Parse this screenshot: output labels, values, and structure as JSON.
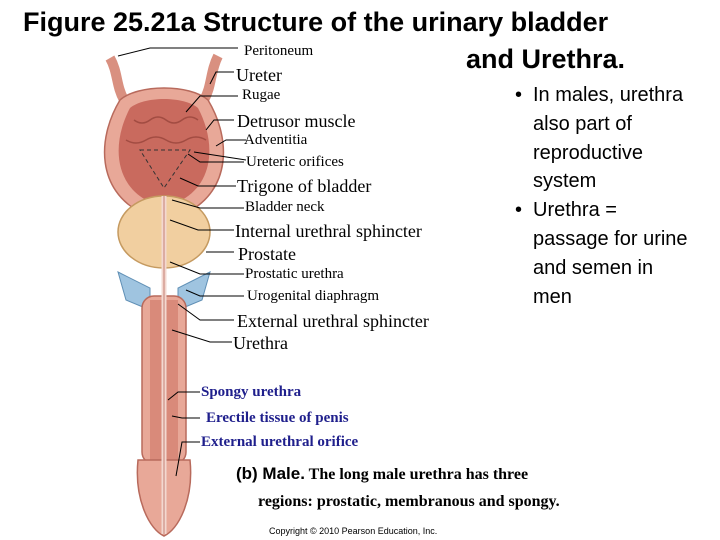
{
  "title": {
    "line1": "Figure 25.21a  Structure of the urinary bladder",
    "line2": "and Urethra."
  },
  "labels": {
    "peritoneum": "Peritoneum",
    "ureter": "Ureter",
    "rugae": "Rugae",
    "detrusor": "Detrusor muscle",
    "adventitia": "Adventitia",
    "ureteric_orifices": "Ureteric orifices",
    "trigone": "Trigone of bladder",
    "bladder_neck": "Bladder neck",
    "internal_sphincter": "Internal urethral sphincter",
    "prostate": "Prostate",
    "prostatic_urethra": "Prostatic urethra",
    "urogenital_diaphragm": "Urogenital diaphragm",
    "external_sphincter": "External urethral sphincter",
    "urethra": "Urethra",
    "spongy_urethra": "Spongy urethra",
    "erectile_tissue": "Erectile tissue of penis",
    "external_orifice": "External urethral orifice"
  },
  "bullets": [
    {
      "marker": "•",
      "lines": [
        "In males, urethra",
        "also part of",
        "reproductive",
        "system"
      ]
    },
    {
      "marker": "•",
      "lines": [
        "Urethra =",
        "passage for urine",
        "and semen in",
        "men"
      ]
    }
  ],
  "caption": {
    "bold": "(b) Male.",
    "line1": "The long male urethra has three",
    "line2": "regions: prostatic, membranous and spongy."
  },
  "copyright": "Copyright © 2010 Pearson Education, Inc.",
  "colors": {
    "label_blue": "#1f1f8c",
    "tissue_outer": "#e8a898",
    "tissue_inner": "#c96a5e",
    "prostate": "#f1cfa0",
    "diaphragm": "#9fc4e0",
    "lumen": "#f3d8d0"
  }
}
